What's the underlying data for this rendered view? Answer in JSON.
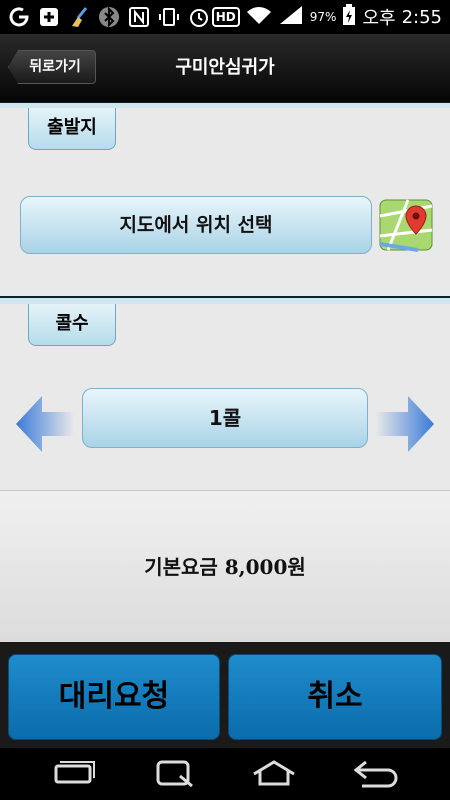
{
  "status_bar": {
    "battery_percent": "97%",
    "ampm": "오후",
    "time": "2:55",
    "hd_label": "HD",
    "icons": [
      "g-icon",
      "plus-icon",
      "broom-icon",
      "bluetooth-icon",
      "nfc-icon",
      "vibrate-icon",
      "alarm-icon",
      "hd-icon",
      "wifi-icon",
      "signal-icon",
      "battery-icon"
    ]
  },
  "header": {
    "back_label": "뒤로가기",
    "title": "구미안심귀가"
  },
  "departure": {
    "tab_label": "출발지",
    "select_label": "지도에서 위치 선택"
  },
  "count": {
    "tab_label": "콜수",
    "value_label": "1콜"
  },
  "fare": {
    "label": "기본요금 8,000원"
  },
  "actions": {
    "request_label": "대리요청",
    "cancel_label": "취소"
  },
  "colors": {
    "accent_blue": "#1a84c4",
    "tab_blue": "#b5dceb",
    "status_bg": "#000000"
  }
}
